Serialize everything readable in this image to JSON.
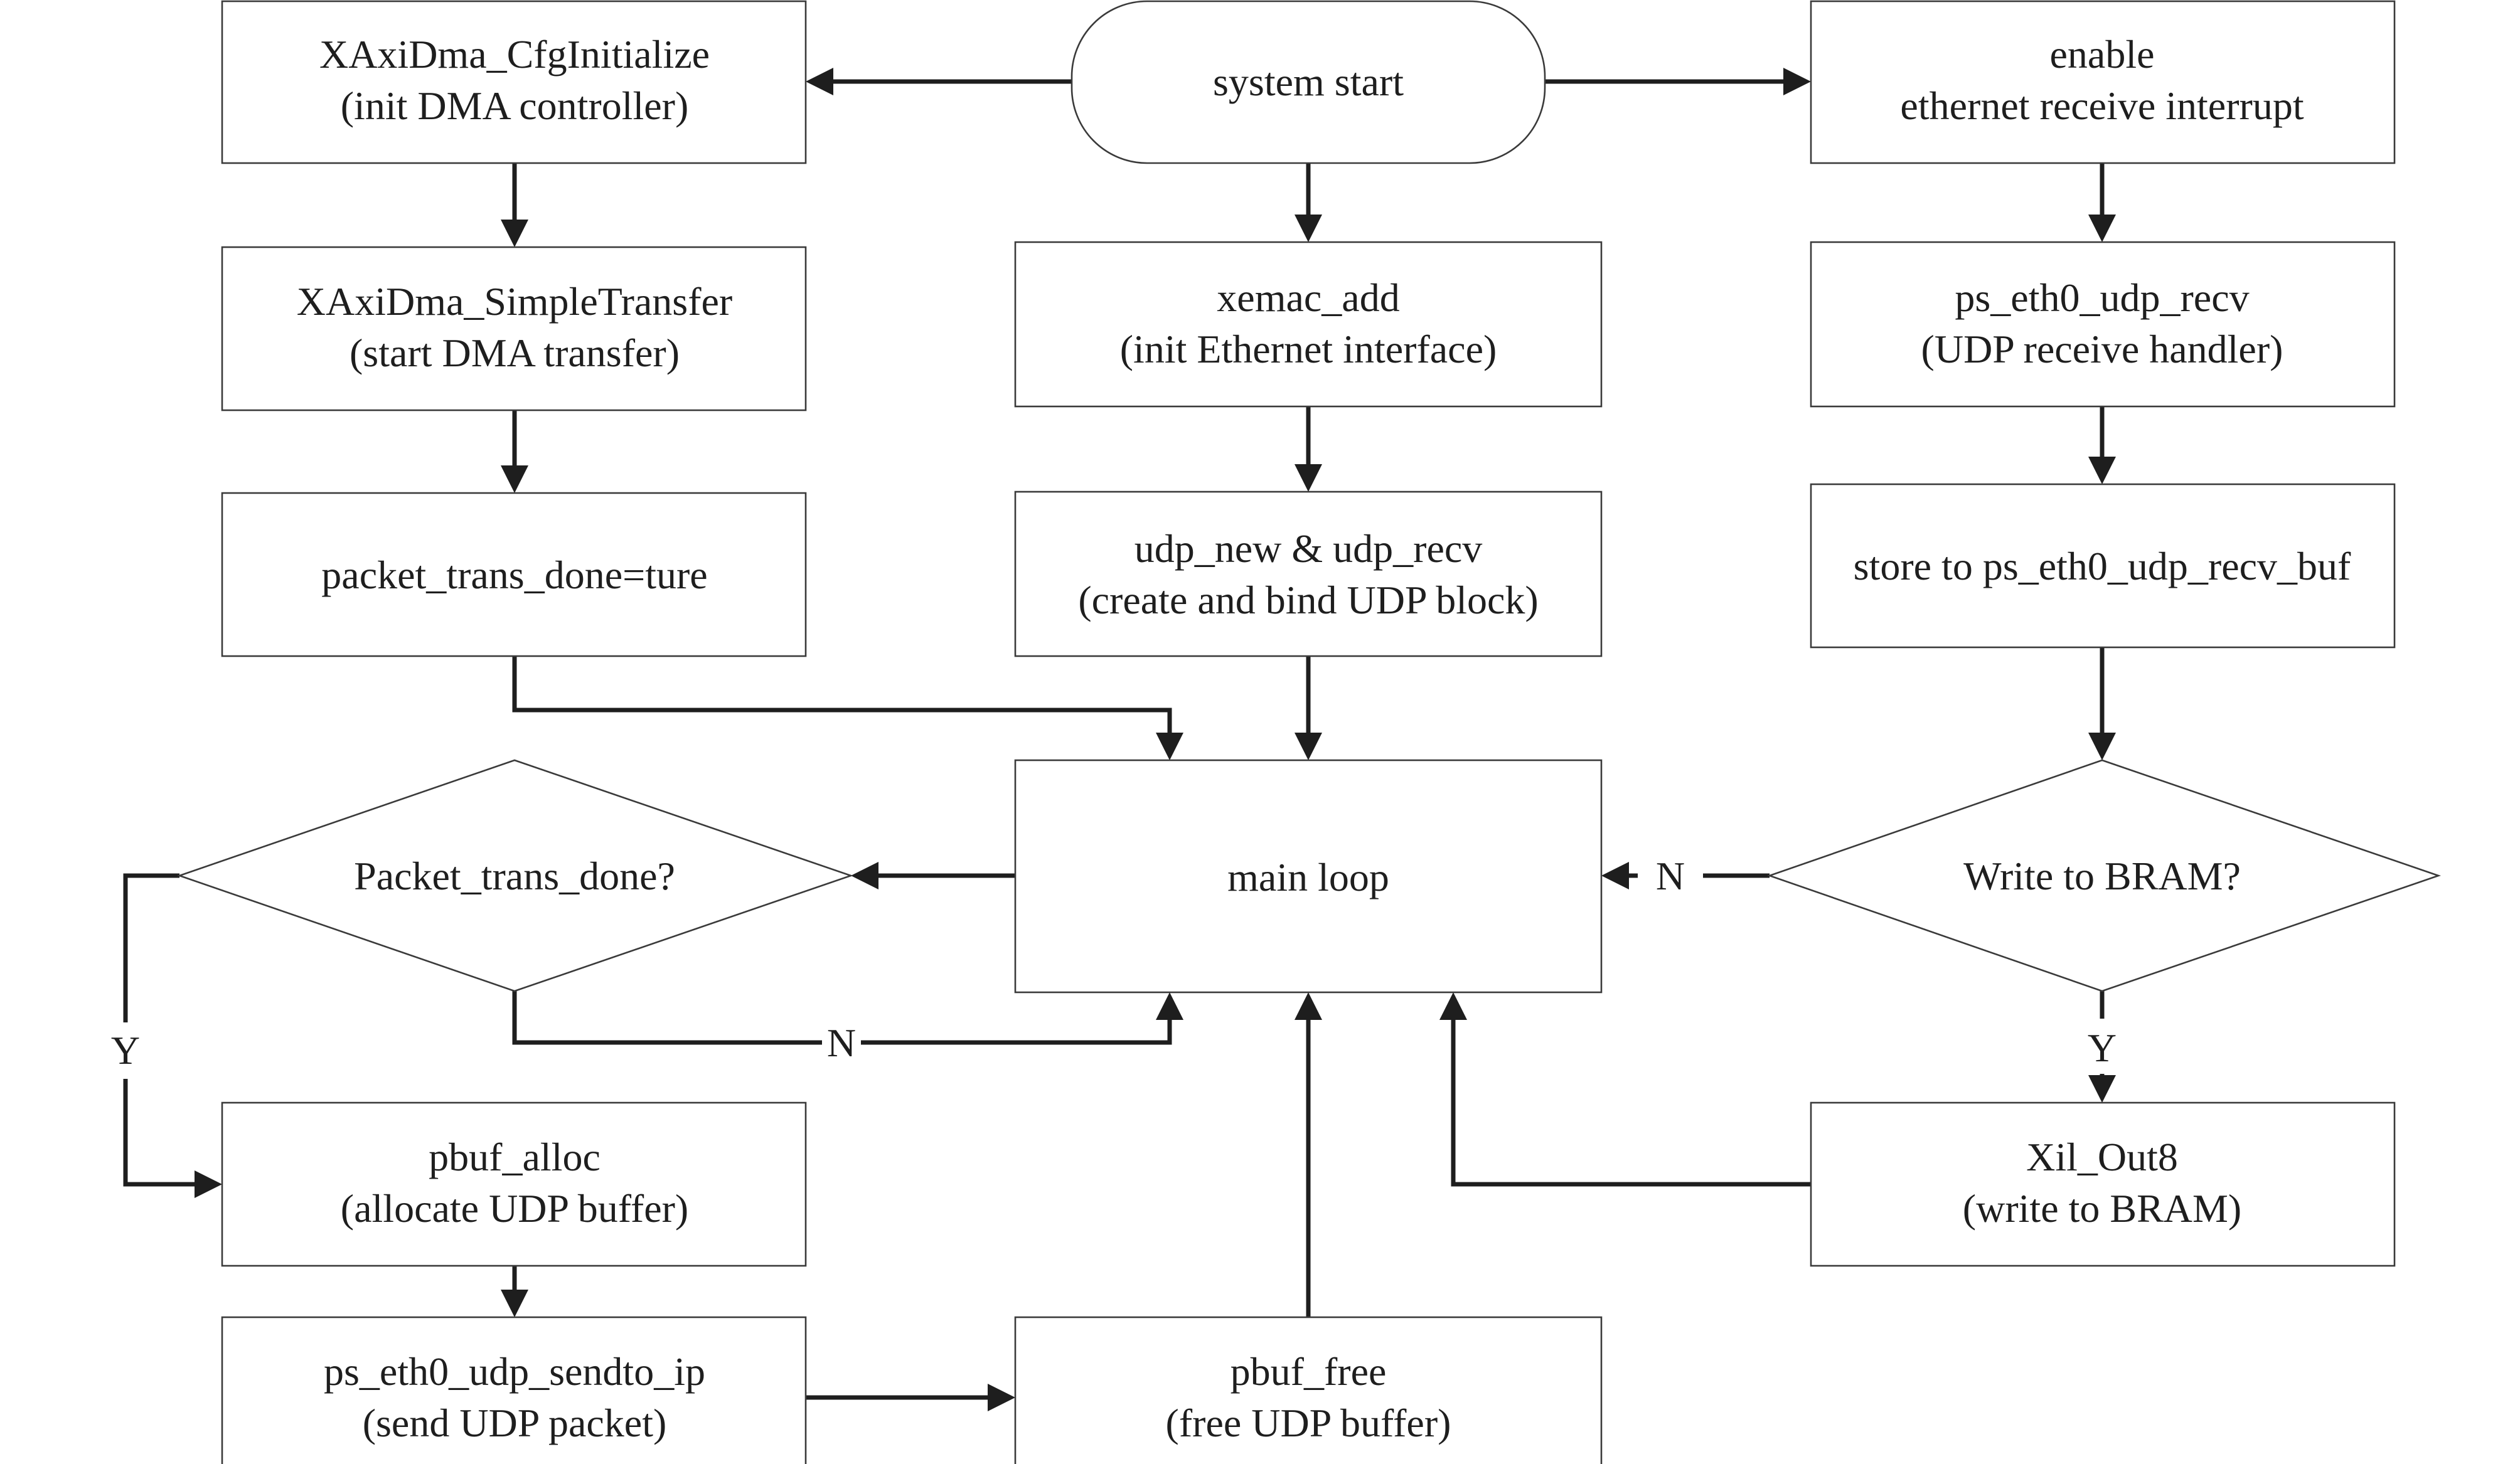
{
  "nodes": {
    "dma_cfg_init": {
      "line1": "XAxiDma_CfgInitialize",
      "line2": "(init DMA controller)"
    },
    "system_start": {
      "line1": "system start"
    },
    "enable_interrupt": {
      "line1": "enable",
      "line2": "ethernet receive interrupt"
    },
    "dma_simple_transfer": {
      "line1": "XAxiDma_SimpleTransfer",
      "line2": "(start DMA transfer)"
    },
    "xemac_add": {
      "line1": "xemac_add",
      "line2": "(init Ethernet interface)"
    },
    "udp_recv_handler": {
      "line1": "ps_eth0_udp_recv",
      "line2": "(UDP receive handler)"
    },
    "packet_trans_done_set": {
      "line1": "packet_trans_done=ture"
    },
    "udp_new_recv": {
      "line1": "udp_new & udp_recv",
      "line2": "(create and bind UDP block)"
    },
    "store_recv_buf": {
      "line1": "store to ps_eth0_udp_recv_buf"
    },
    "main_loop": {
      "line1": "main loop"
    },
    "packet_trans_done_decision": {
      "line1": "Packet_trans_done?"
    },
    "write_bram_decision": {
      "line1": "Write to BRAM?"
    },
    "pbuf_alloc": {
      "line1": "pbuf_alloc",
      "line2": "(allocate UDP buffer)"
    },
    "xil_out8": {
      "line1": "Xil_Out8",
      "line2": "(write to BRAM)"
    },
    "sendto_ip": {
      "line1": "ps_eth0_udp_sendto_ip",
      "line2": "(send UDP packet)"
    },
    "pbuf_free": {
      "line1": "pbuf_free",
      "line2": "(free UDP buffer)"
    }
  },
  "edge_labels": {
    "packet_done_yes": "Y",
    "packet_done_no": "N",
    "bram_yes": "Y",
    "bram_no": "N"
  }
}
